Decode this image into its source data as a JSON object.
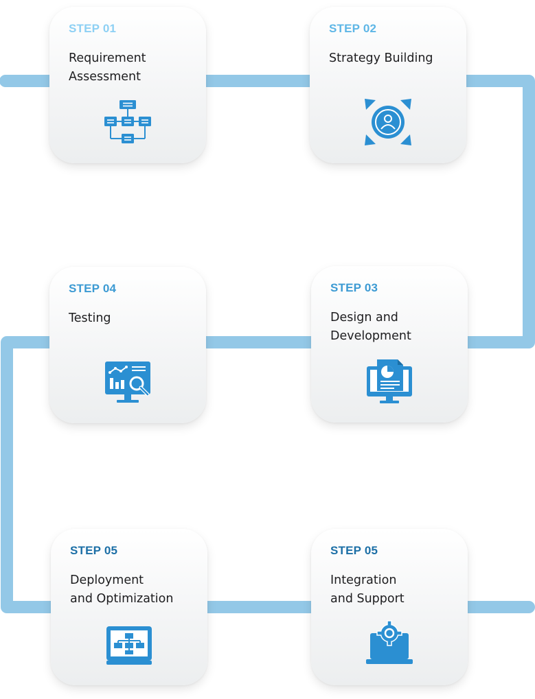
{
  "colors": {
    "connector": "#93c8e7",
    "icon": "#2b8fd2",
    "step_light": "#8dd0f4",
    "step_mid": "#3c9ad3",
    "step_dark": "#1c6fa6",
    "card_bg": "#f2f3f4"
  },
  "steps": [
    {
      "step_label": "STEP 01",
      "title_line1": "Requirement",
      "title_line2": "Assessment",
      "icon": "flowchart-icon"
    },
    {
      "step_label": "STEP 02",
      "title_line1": "Strategy Building",
      "title_line2": "",
      "icon": "target-user-icon"
    },
    {
      "step_label": "STEP 03",
      "title_line1": "Design and",
      "title_line2": "Development",
      "icon": "monitor-document-icon"
    },
    {
      "step_label": "STEP 04",
      "title_line1": "Testing",
      "title_line2": "",
      "icon": "monitor-analytics-icon"
    },
    {
      "step_label": "STEP 05",
      "title_line1": "Deployment",
      "title_line2": "and Optimization",
      "icon": "monitor-sitemap-icon"
    },
    {
      "step_label": "STEP 05",
      "title_line1": "Integration",
      "title_line2": "and Support",
      "icon": "laptop-gear-icon"
    }
  ]
}
